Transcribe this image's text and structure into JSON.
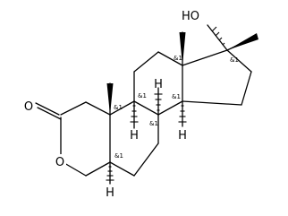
{
  "structure": {
    "atoms": {
      "o_carbonyl": "O",
      "o_ring": "O",
      "hydroxyl": "HO",
      "h_c8": "H",
      "h_c9": "H",
      "h_c14": "H",
      "h_c5": "H"
    },
    "stereo": {
      "c10": "&1",
      "c9": "&1",
      "c8": "&1",
      "c13": "&1",
      "c14": "&1",
      "c17": "&1",
      "c5": "&1"
    }
  }
}
